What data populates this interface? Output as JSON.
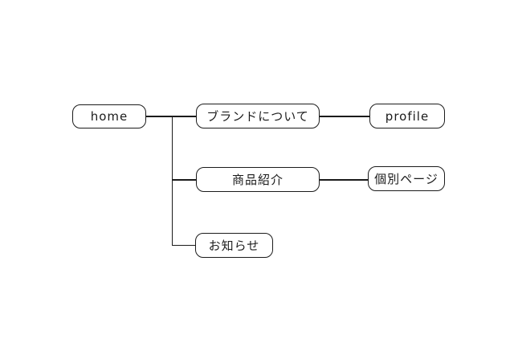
{
  "meta": {
    "background_color": "#ffffff",
    "box_fill_color": "#ffffff",
    "box_border_color": "#1b1b1b",
    "line_color": "#1b1b1b",
    "text_color": "#1b1b1b"
  },
  "sitemap": {
    "nodes": {
      "home": {
        "label": "home"
      },
      "brand": {
        "label": "ブランドについて"
      },
      "profile": {
        "label": "profile"
      },
      "products": {
        "label": "商品紹介"
      },
      "detail": {
        "label": "個別ページ"
      },
      "news": {
        "label": "お知らせ"
      }
    },
    "edges": [
      {
        "from": "home",
        "to": "brand"
      },
      {
        "from": "home",
        "to": "products"
      },
      {
        "from": "home",
        "to": "news"
      },
      {
        "from": "brand",
        "to": "profile"
      },
      {
        "from": "products",
        "to": "detail"
      }
    ]
  }
}
